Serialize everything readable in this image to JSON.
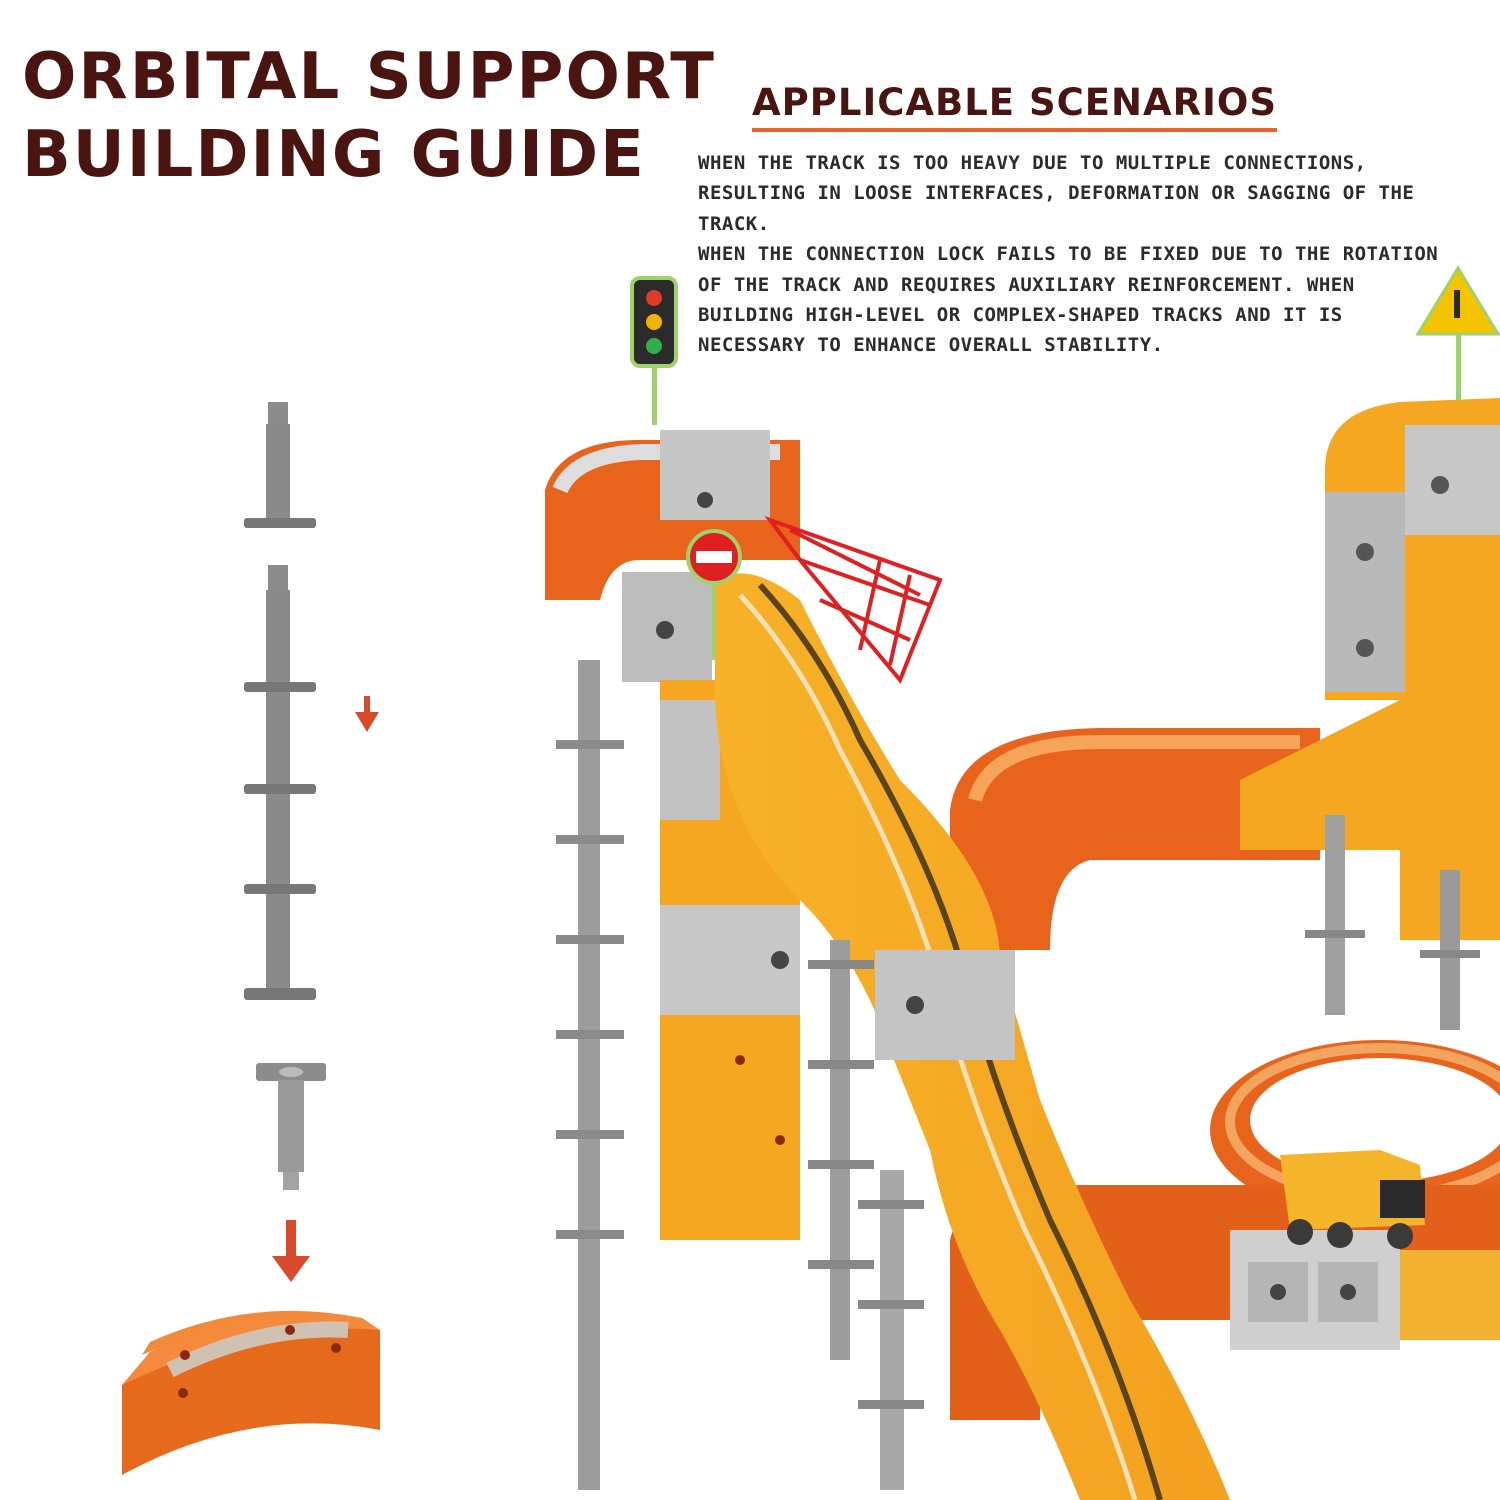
{
  "title": {
    "line1": "ORBITAL SUPPORT",
    "line2": "BUILDING GUIDE"
  },
  "section": {
    "heading": "APPLICABLE SCENARIOS",
    "paragraph1": "WHEN THE TRACK IS TOO HEAVY DUE TO MULTIPLE CONNECTIONS, RESULTING IN LOOSE INTERFACES, DEFORMATION OR SAGGING OF THE TRACK.",
    "paragraph2": "WHEN THE CONNECTION LOCK FAILS TO BE FIXED DUE TO THE ROTATION OF THE TRACK AND REQUIRES AUXILIARY REINFORCEMENT.  WHEN BUILDING HIGH-LEVEL OR COMPLEX-SHAPED TRACKS AND IT IS NECESSARY TO ENHANCE OVERALL STABILITY."
  },
  "colors": {
    "title": "#4a1410",
    "accent": "#e8642a",
    "pillar": "#8a8a8a",
    "track_orange": "#f08a2a",
    "track_yellow": "#f5b82e",
    "block_gray": "#c8c8c8"
  },
  "icons": [
    "arrow-down-icon",
    "traffic-light-icon",
    "warning-sign-icon",
    "no-entry-sign-icon"
  ]
}
